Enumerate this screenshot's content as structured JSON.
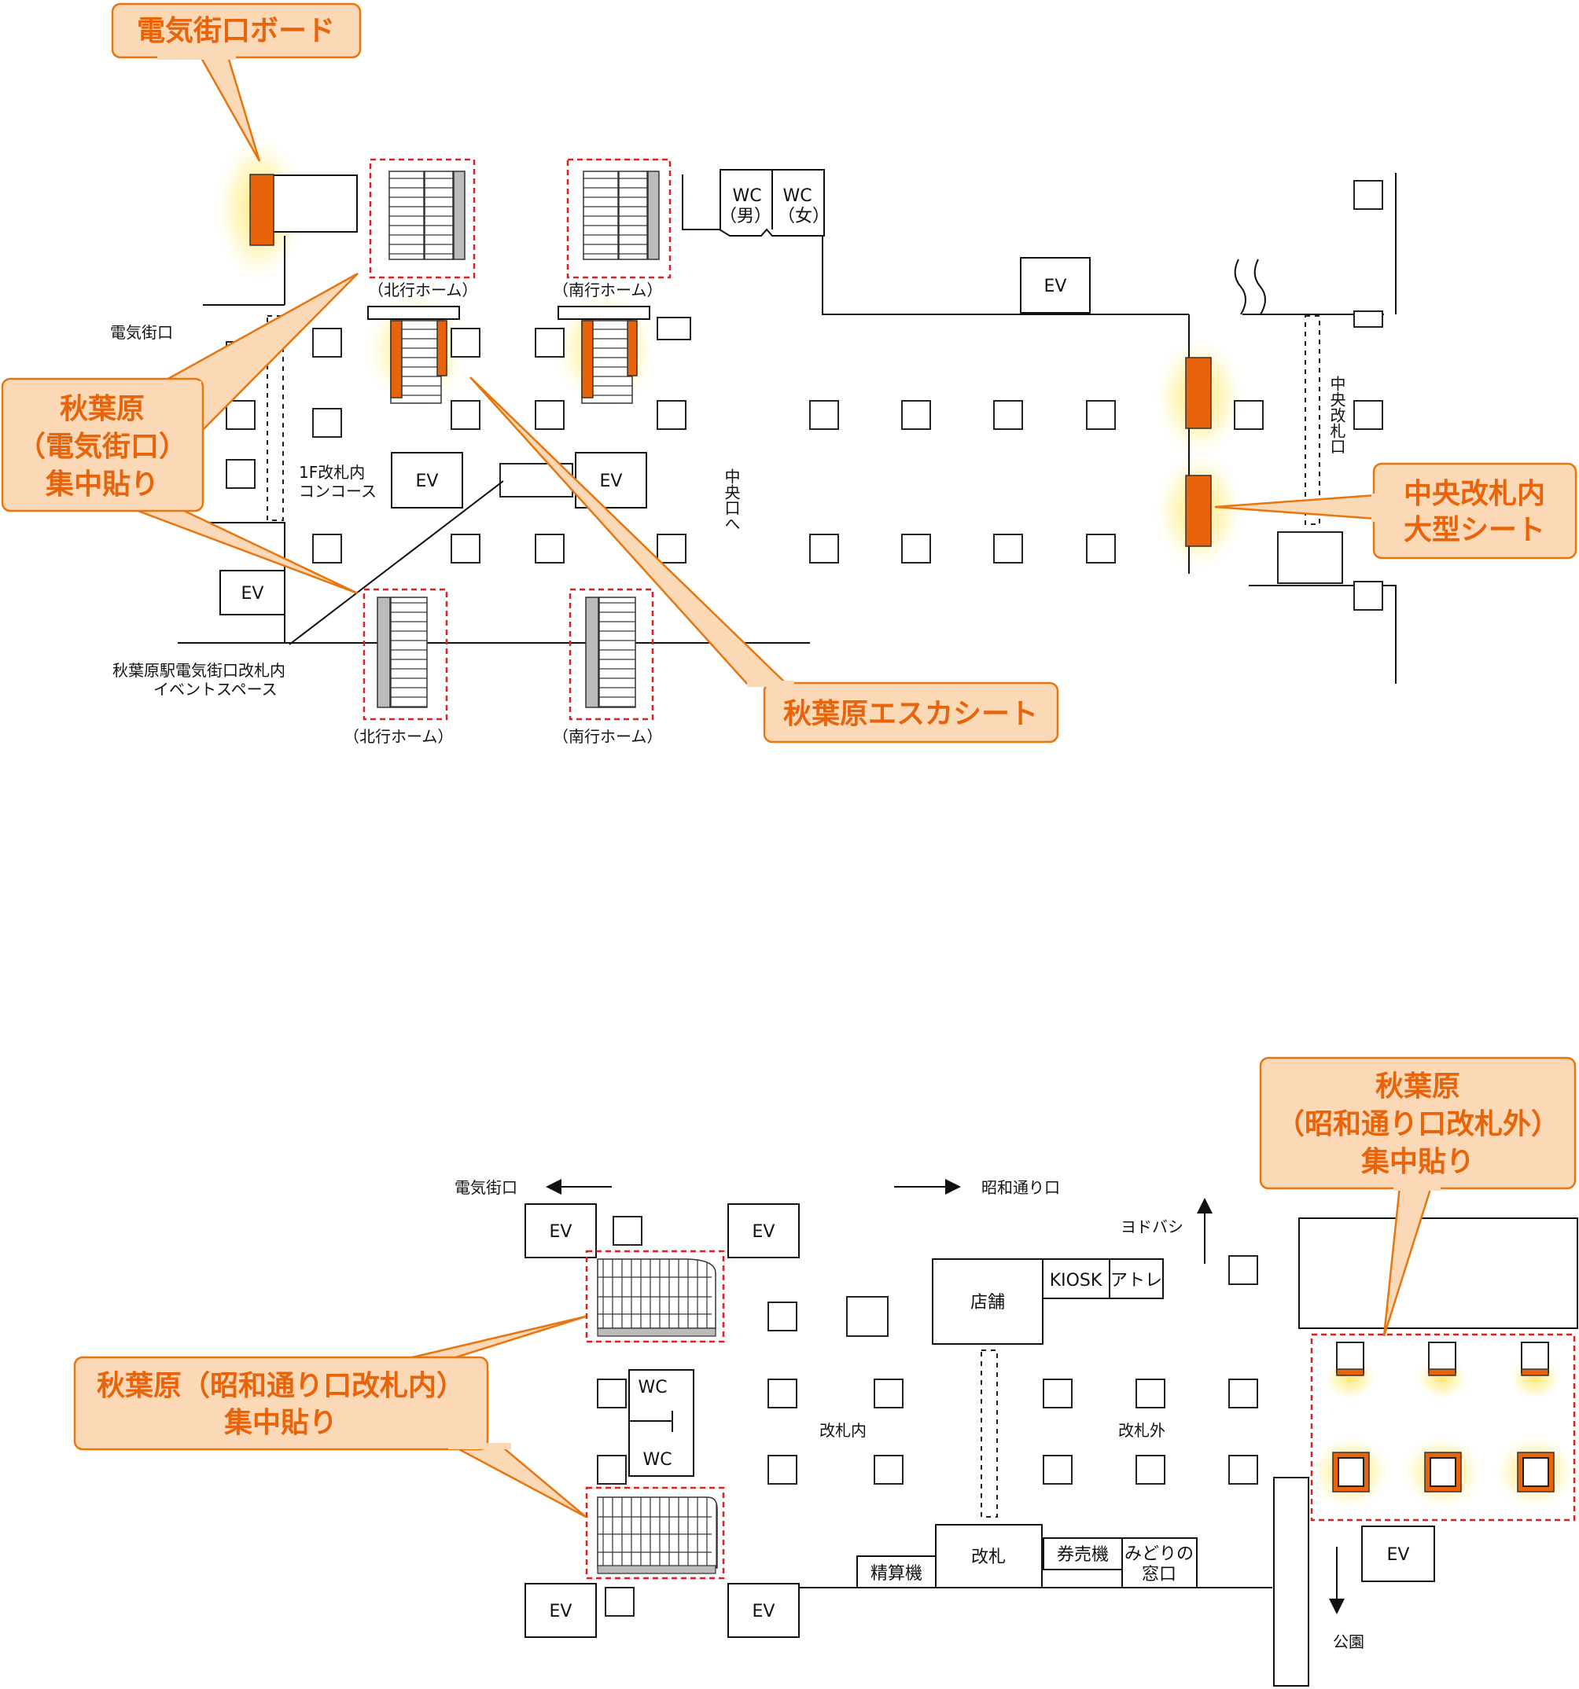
{
  "colors": {
    "accent": "#e8630a",
    "callout_fill": "#fbd9b6",
    "callout_stroke": "#e8750e",
    "dashed_frame": "#e02020",
    "glow": "#ffe566"
  },
  "top_map": {
    "labels": {
      "denki_gai_exit": "電気街口",
      "north_platform_top": "（北行ホーム）",
      "south_platform_top": "（南行ホーム）",
      "north_platform_bottom": "（北行ホーム）",
      "south_platform_bottom": "（南行ホーム）",
      "concourse_line1": "1F改札内",
      "concourse_line2": "コンコース",
      "event_space_line1": "秋葉原駅電気街口改札内",
      "event_space_line2": "イベントスペース",
      "to_central_exit": "中央口へ",
      "central_gate": "中央改札口",
      "wc_men_1": "WC",
      "wc_men_2": "（男）",
      "wc_women_1": "WC",
      "wc_women_2": "（女）",
      "ev": "EV"
    },
    "callouts": {
      "denki_board": "電気街口ボード",
      "denki_concentrated_1": "秋葉原",
      "denki_concentrated_2": "（電気街口）",
      "denki_concentrated_3": "集中貼り",
      "esca_sheet": "秋葉原エスカシート",
      "central_large_1": "中央改札内",
      "central_large_2": "大型シート"
    }
  },
  "bottom_map": {
    "labels": {
      "to_denki_gai": "電気街口",
      "to_showa_dori": "昭和通り口",
      "yodobashi": "ヨドバシ",
      "shop": "店舗",
      "kiosk": "KIOSK",
      "atre": "アトレ",
      "inside_gate": "改札内",
      "outside_gate": "改札外",
      "gate": "改札",
      "fare_adjust": "精算機",
      "ticket_machine": "券売機",
      "midori_1": "みどりの",
      "midori_2": "窓口",
      "park": "公園",
      "wc_1": "WC",
      "wc_2": "WC",
      "ev": "EV"
    },
    "callouts": {
      "showa_outside_1": "秋葉原",
      "showa_outside_2": "（昭和通り口改札外）",
      "showa_outside_3": "集中貼り",
      "showa_inside_1": "秋葉原（昭和通り口改札内）",
      "showa_inside_2": "集中貼り"
    }
  }
}
